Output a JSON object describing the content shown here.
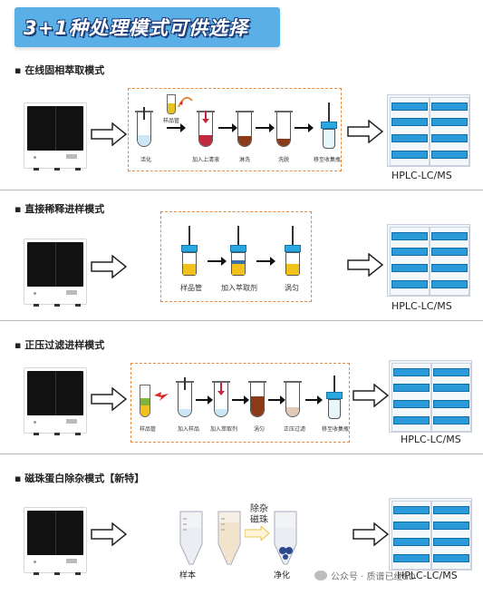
{
  "banner": {
    "title": "3+1种处理模式可供选择"
  },
  "sections": [
    {
      "title": "在线固相萃取模式",
      "steps": [
        "活化",
        "加入上清液",
        "淋洗",
        "洗脱",
        "移至收集瓶"
      ],
      "sample_label": "样品管"
    },
    {
      "title": "直接稀释进样模式",
      "steps": [
        "样品管",
        "加入萃取剂",
        "涡匀"
      ]
    },
    {
      "title": "正压过滤进样模式",
      "steps": [
        "样品管",
        "加入样品",
        "加入萃取剂",
        "涡匀",
        "正压过滤",
        "移至收集瓶"
      ]
    },
    {
      "title": "磁珠蛋白除杂模式【新特】",
      "steps": [
        "样本",
        "净化"
      ],
      "mid_label": "除杂\n磁珠"
    }
  ],
  "hplc_label": "HPLC-LC/MS",
  "watermark": "公众号 · 质谱已经SD",
  "colors": {
    "accent": "#5ab0e6",
    "dashed": "#e58a3e",
    "cap": "#29a7e1",
    "yellow": "#f2c21a",
    "red": "#c0283d",
    "brown": "#8b3a1a"
  }
}
